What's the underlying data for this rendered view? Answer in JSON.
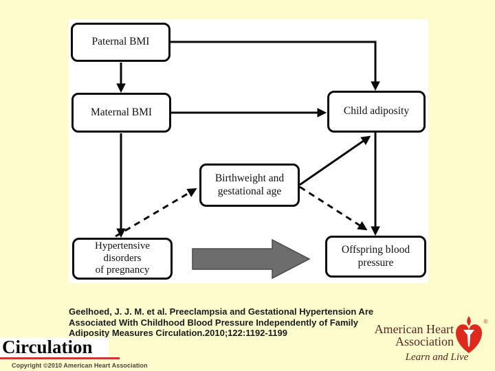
{
  "slide": {
    "background": "#FCFCCD",
    "panel_background": "#FFFFFF"
  },
  "diagram": {
    "nodes": {
      "paternal": {
        "label": "Paternal BMI"
      },
      "maternal": {
        "label": "Maternal BMI"
      },
      "child": {
        "label": "Child adiposity"
      },
      "birthweight": {
        "line1": "Birthweight and",
        "line2": "gestational age"
      },
      "hypertensive": {
        "line1": "Hypertensive",
        "line2": "disorders",
        "line3": "of pregnancy"
      },
      "offspring": {
        "line1": "Offspring blood",
        "line2": "pressure"
      }
    },
    "edges": [
      {
        "from": "paternal-bmi",
        "to": "maternal-bmi",
        "style": "solid"
      },
      {
        "from": "paternal-bmi",
        "to": "child-adiposity",
        "style": "solid"
      },
      {
        "from": "maternal-bmi",
        "to": "child-adiposity",
        "style": "solid"
      },
      {
        "from": "maternal-bmi",
        "to": "hypertensive-disorders-of-pregnancy",
        "style": "solid"
      },
      {
        "from": "hypertensive-disorders-of-pregnancy",
        "to": "birthweight-and-gestational-age",
        "style": "dashed"
      },
      {
        "from": "birthweight-and-gestational-age",
        "to": "child-adiposity",
        "style": "solid"
      },
      {
        "from": "birthweight-and-gestational-age",
        "to": "offspring-blood-pressure",
        "style": "dashed"
      },
      {
        "from": "child-adiposity",
        "to": "offspring-blood-pressure",
        "style": "solid"
      }
    ],
    "block_arrow_color": "#6D6D6D"
  },
  "citation": {
    "line1": "Geelhoed, J. J. M. et al. Preeclampsia and Gestational Hypertension Are",
    "line2": "Associated With Childhood Blood Pressure Independently of Family",
    "line3": "Adiposity Measures Circulation.2010;122:1192-1199"
  },
  "journal": {
    "name": "Circulation",
    "underline_color": "#C63838"
  },
  "footer": {
    "copyright": "Copyright ©2010 American Heart Association"
  },
  "aha": {
    "name_line1": "American Heart",
    "name_line2": "Association",
    "tagline": "Learn and Live",
    "registered_mark": "®",
    "heart_red": "#DE2A1C",
    "text_color": "#5E2420"
  }
}
